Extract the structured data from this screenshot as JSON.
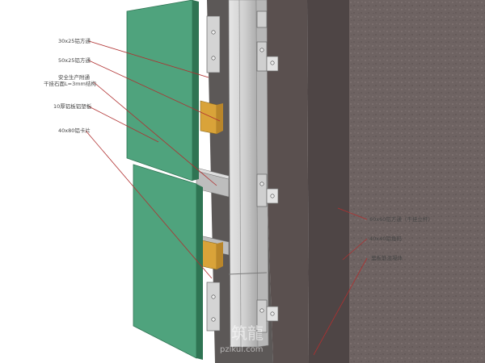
{
  "labels": {
    "left": [
      "30x25铝方通",
      "50x25铝方通",
      "安全生产附通",
      "干挂石面L=3mm结构",
      "10厚铝板铝塑板",
      "40x80铝卡片"
    ],
    "right": [
      "60x60铝方通（干挂立杆）",
      "40x40铝角码",
      "里板筋混凝体"
    ]
  },
  "watermark": {
    "logo": "筑龍",
    "url": "pzikul.com"
  },
  "colors": {
    "panel": "#4fa37d",
    "panel_edge": "#2f7453",
    "wall": "#6e6362",
    "post": "#cfcfcf",
    "bracket": "#d9a339",
    "leader": "#b03030"
  }
}
